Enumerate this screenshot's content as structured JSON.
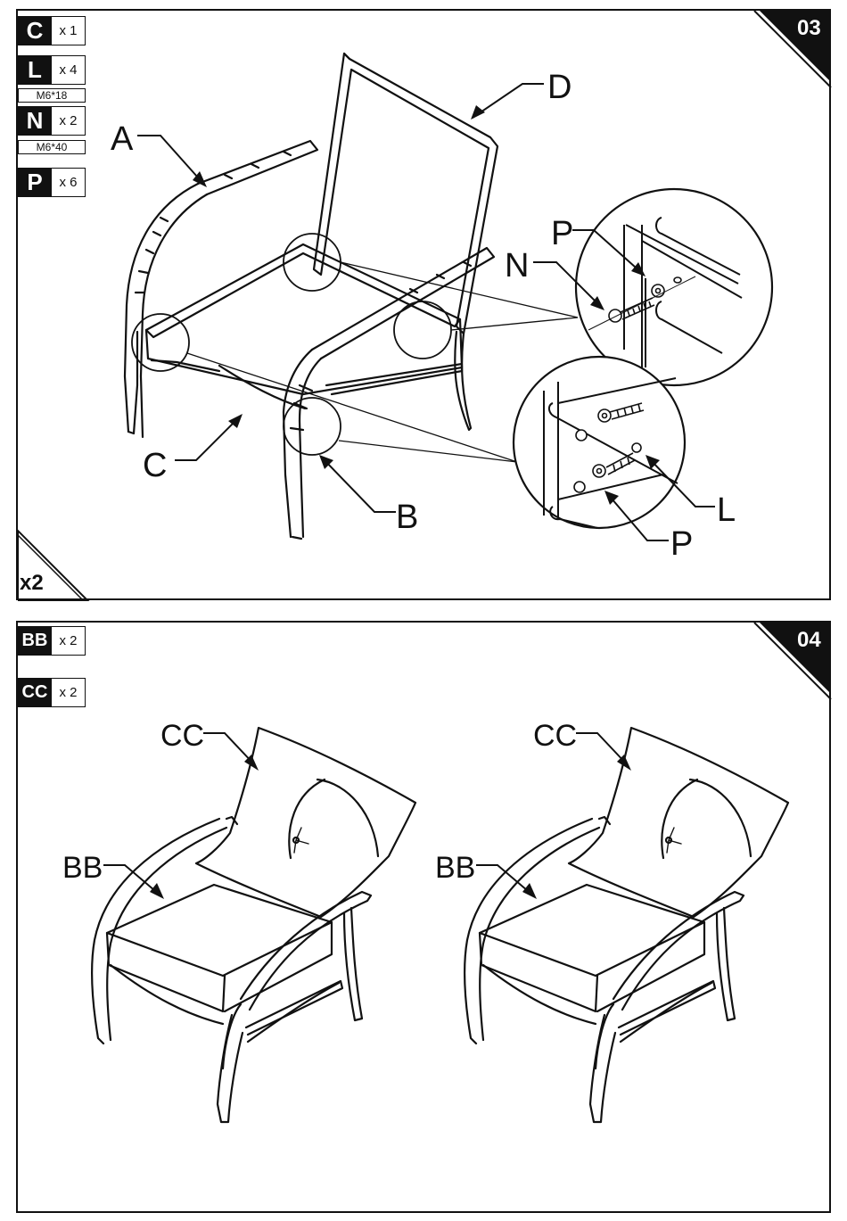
{
  "step3": {
    "number": "03",
    "multiplier": "x2",
    "parts": [
      {
        "letter": "C",
        "qty": "x 1"
      },
      {
        "letter": "L",
        "qty": "x 4",
        "spec": "M6*18"
      },
      {
        "letter": "N",
        "qty": "x 2",
        "spec": "M6*40"
      },
      {
        "letter": "P",
        "qty": "x 6"
      }
    ],
    "callouts": {
      "a": "A",
      "b": "B",
      "c": "C",
      "d": "D",
      "n": "N",
      "p1": "P",
      "l": "L",
      "p2": "P"
    }
  },
  "step4": {
    "number": "04",
    "parts": [
      {
        "letter": "BB",
        "qty": "x 2"
      },
      {
        "letter": "CC",
        "qty": "x 2"
      }
    ],
    "callouts": {
      "cc_left": "CC",
      "bb_left": "BB",
      "cc_right": "CC",
      "bb_right": "BB"
    }
  }
}
